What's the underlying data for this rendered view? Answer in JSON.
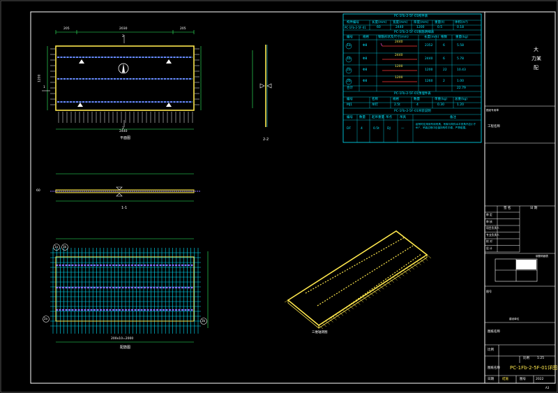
{
  "drawing": {
    "plan_view_label": "平面图",
    "elevation_label": "1-1",
    "section_label": "2-2",
    "rebar_plan_label": "配筋图",
    "iso_view_label": "三维轴测图",
    "sheet_corner": "A3",
    "dims_top": [
      "205",
      "2030",
      "205"
    ],
    "dim_bottom": "2440",
    "dim_side": "1200",
    "dim_rebar_bottom": "200x10=2000",
    "elevation_height": "60",
    "marker_1": "1",
    "marker_2": "2"
  },
  "bubbles": [
    "1a",
    "1b",
    "2a",
    "2b"
  ],
  "schedule": {
    "title_main": "PC-1Fb-2-5F-01构件表",
    "main_headers": [
      "构件编号",
      "长度(mm)",
      "宽度(mm)",
      "厚度(mm)",
      "重量(t)",
      "体积(m³)"
    ],
    "main_row": [
      "PC-1Fb-2-5F-01",
      "60",
      "2440",
      "1200",
      "0.5",
      "0.18"
    ],
    "title_rebar": "PC-1Fb-2-5F-01钢筋明细表",
    "rebar_headers": [
      "编号",
      "规格",
      "钢筋形状及尺寸(mm)",
      "长度(mm)",
      "根数",
      "重量(kg)"
    ],
    "rebar_rows": [
      [
        "1a",
        "Φ8",
        "2440",
        "2352",
        "6",
        "5.58"
      ],
      [
        "1b",
        "Φ8",
        "2440",
        "2440",
        "6",
        "5.78"
      ],
      [
        "2a",
        "Φ8",
        "1200",
        "1200",
        "22",
        "10.43"
      ],
      [
        "2b",
        "Φ8",
        "1200",
        "1260",
        "2",
        "1.00"
      ]
    ],
    "rebar_total_label": "合计",
    "rebar_total_value": "22.79",
    "title_part": "PC-1Fb-2-5F-01预埋件表",
    "part_headers": [
      "编号",
      "名称",
      "规格",
      "数量",
      "单重(kg)",
      "总重(kg)"
    ],
    "part_row": [
      "MJ1",
      "吊钉",
      "2.5t",
      "4",
      "0.30",
      "1.20"
    ],
    "title_note": "PC-1Fb-2-5F-01吊装说明",
    "note_headers": [
      "编号",
      "数量",
      "起吊重量",
      "吊点",
      "吊具",
      "备注"
    ],
    "note_row": [
      "DF",
      "4",
      "0.5t",
      "DJ",
      "—"
    ],
    "note_text": "起吊时应采用专用吊具，吊索与构件水平夹角不应小于60°，吊装过程中应保持构件平稳，严禁碰撞。"
  },
  "title_block": {
    "company_line1": "大",
    "company_line2": "力某",
    "company_line3": "配",
    "stamp_label": "图纸专用章",
    "project_label": "工程名称",
    "rows_top": [
      "审  定",
      "审  核",
      "项目负责人",
      "专业负责人",
      "校  对",
      "设  计"
    ],
    "col_head_left": "签  名",
    "col_head_right": "日  期",
    "sheet_no_label": "图号",
    "drawing_title_label": "图纸名称",
    "item_label": "建设单位",
    "scale_label": "比例",
    "scale_value": "1:25",
    "drawing_title": "PC-1Fb-2-5F-01详图",
    "date_label": "日期",
    "date_value": "2022",
    "sheet_label": "图号",
    "sheet_value": "结施",
    "mini_label": "钢筋明细表"
  },
  "colors": {
    "cyan": "#00e5ff",
    "yellow": "#ffe84d",
    "purple": "#8a6cff",
    "white": "#ffffff",
    "green": "#33ff66",
    "red": "#ff3b3b",
    "magenta": "#ff4fd8"
  }
}
